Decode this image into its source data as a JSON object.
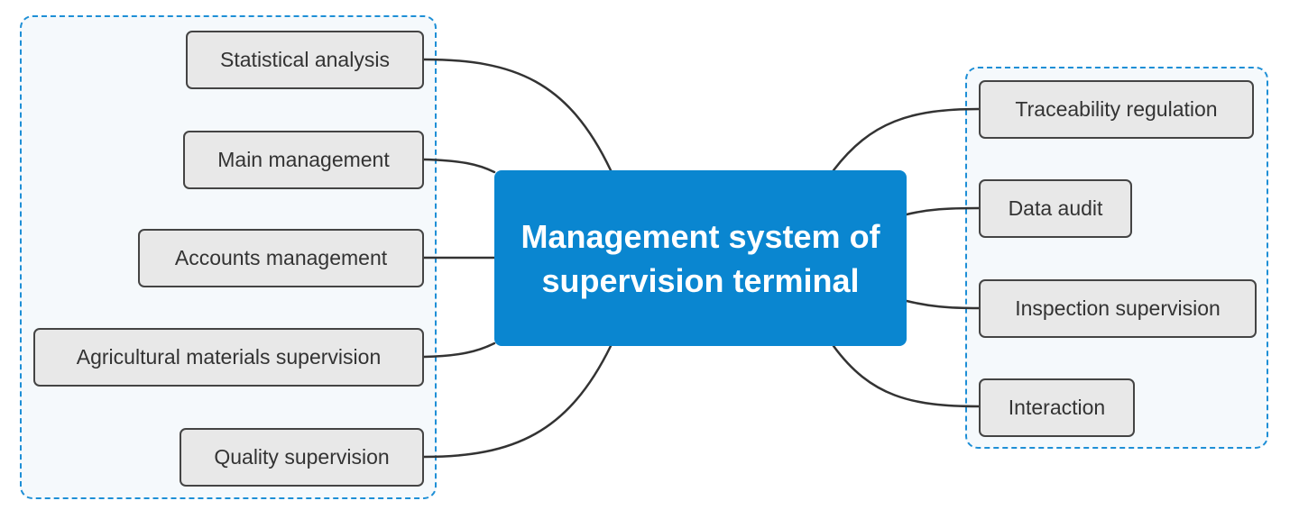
{
  "center": {
    "title": "Management system of supervision terminal"
  },
  "left_topics": [
    {
      "label": "Statistical analysis"
    },
    {
      "label": "Main management"
    },
    {
      "label": "Accounts management"
    },
    {
      "label": "Agricultural materials supervision"
    },
    {
      "label": "Quality supervision"
    }
  ],
  "right_topics": [
    {
      "label": "Traceability regulation"
    },
    {
      "label": "Data audit"
    },
    {
      "label": "Inspection supervision"
    },
    {
      "label": "Interaction"
    }
  ],
  "colors": {
    "center_fill": "#0a86d0",
    "group_border": "#1e8fd6",
    "node_fill": "#e8e8e8",
    "connector": "#333333"
  }
}
